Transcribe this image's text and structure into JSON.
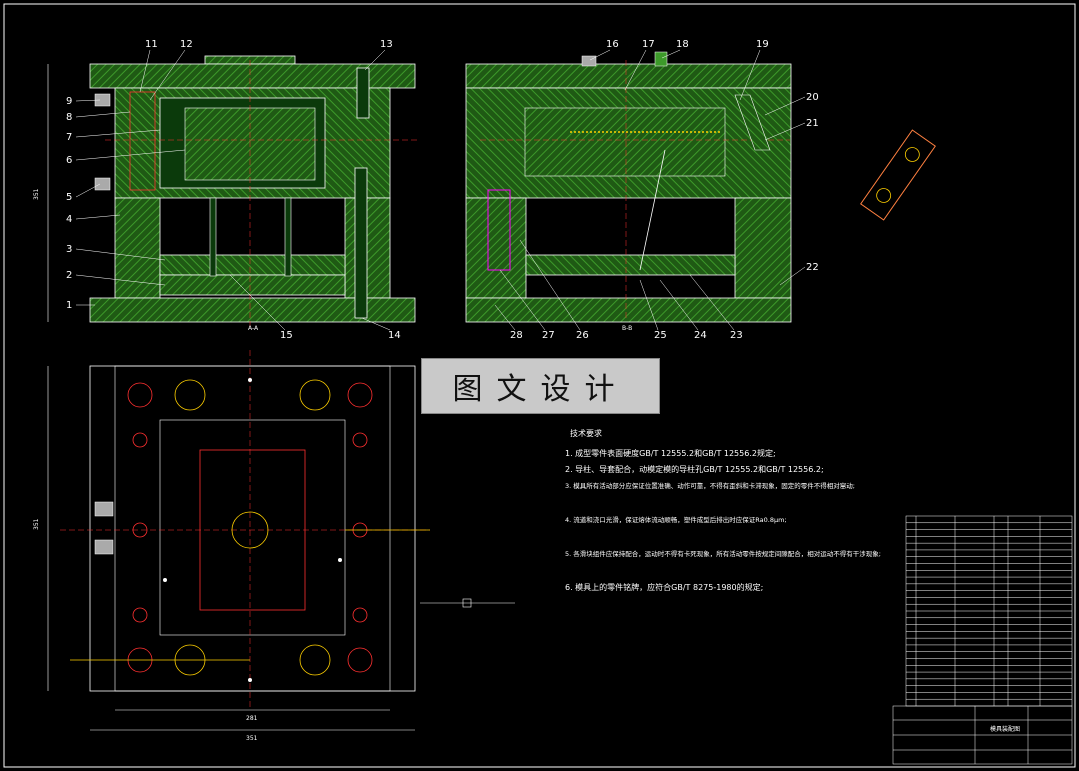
{
  "watermark": "图文设计",
  "colors": {
    "background": "#000000",
    "hatch": "#2d7a1f",
    "line": "#ffffff",
    "red": "#ff3030",
    "yellow": "#ffd000",
    "cyan": "#00ffff",
    "magenta": "#ff00ff"
  },
  "left_view_labels": [
    "11",
    "12",
    "13",
    "9",
    "8",
    "7",
    "6",
    "5",
    "4",
    "3",
    "2",
    "1",
    "15",
    "14"
  ],
  "right_view_labels": [
    "16",
    "17",
    "18",
    "19",
    "20",
    "21",
    "22",
    "28",
    "27",
    "26",
    "25",
    "24",
    "23"
  ],
  "section_marks": [
    "A-A",
    "B-B"
  ],
  "dimension_labels": {
    "left_height": "351",
    "bottom_width": "351",
    "plan_inner_width": "281",
    "plan_height": "351"
  },
  "technical_notes": {
    "heading": "技术要求",
    "items": [
      "1. 成型零件表面硬度GB/T 12555.2和GB/T 12556.2规定;",
      "2. 导柱、导套配合，动模定模的导柱孔GB/T 12555.2和GB/T 12556.2;",
      "3. 模具所有活动部分应保证位置准确、动作可靠，不得有歪斜和卡滞现象，固定的零件不得相对窜动;",
      "4. 流道和浇口光滑，保证熔体流动顺畅，塑件成型后排出时应保证Ra0.8μm;",
      "5. 各滑块组件应保持配合，运动时不得有卡死现象，所有活动零件按规定间隙配合，相对运动不得有干涉现象;",
      "6. 模具上的零件铭牌，应符合GB/T 8275-1980的规定;"
    ]
  },
  "title_block": {
    "drawing_title": "模具装配图"
  }
}
